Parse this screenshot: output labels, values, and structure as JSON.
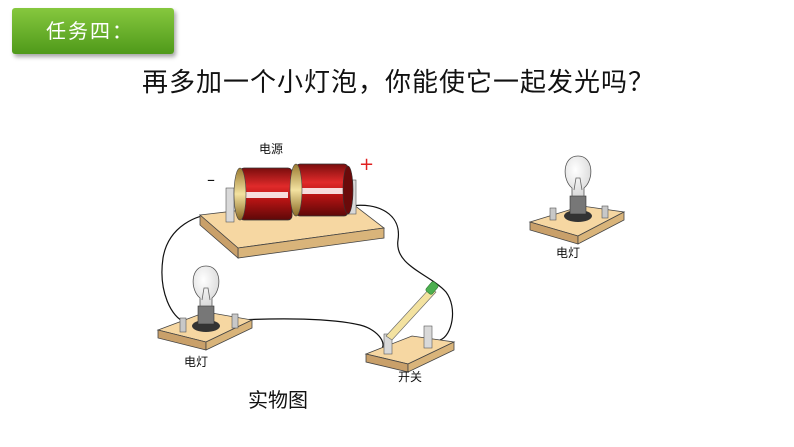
{
  "header": {
    "task_label": "任务四：",
    "question": "再多加一个小灯泡，你能使它一起发光吗？"
  },
  "diagram": {
    "power_label": "电源",
    "minus_sign": "–",
    "plus_sign": "+",
    "lamp_label_left": "电灯",
    "lamp_label_right": "电灯",
    "switch_label": "开关",
    "caption": "实物图"
  },
  "colors": {
    "badge_green": "#5fa827",
    "battery_red": "#c8161b",
    "wood": "#f6d7a2",
    "plus_red": "#e02020"
  }
}
